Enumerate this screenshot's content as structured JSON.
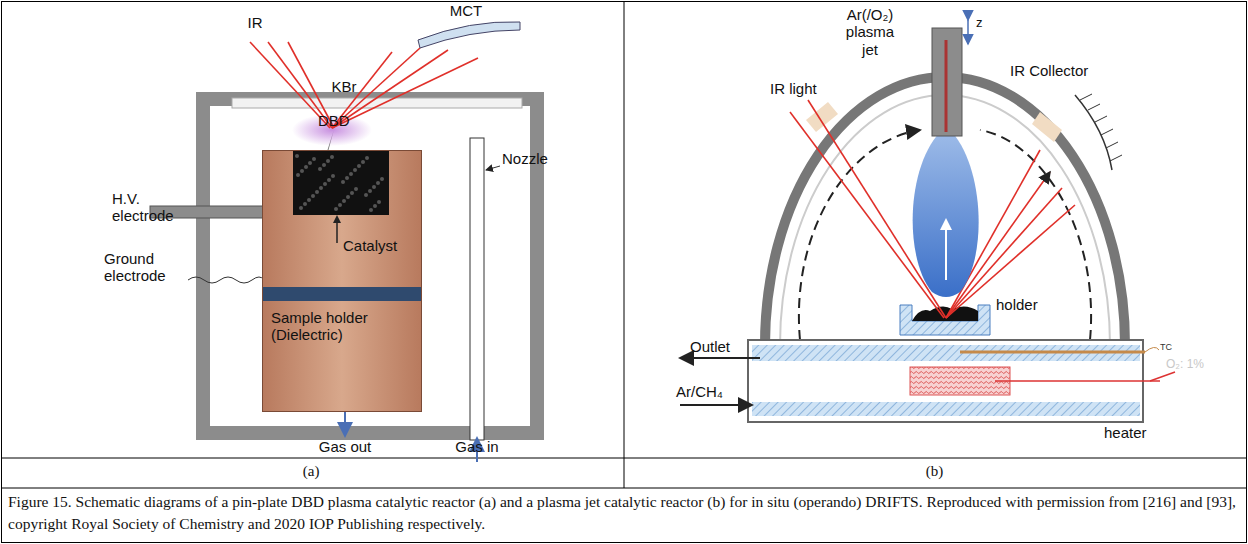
{
  "diagram": {
    "caption": "Figure 15. Schematic diagrams of a pin-plate DBD plasma catalytic reactor (a) and a plasma jet catalytic reactor (b) for in situ (operando) DRIFTS. Reproduced with permission from [216] and [93], copyright Royal Society of Chemistry and 2020 IOP Publishing respectively.",
    "nodes": [
      {
        "text": [
          "Catalyst",
          "Sample holder (Dielectric)"
        ]
      }
    ],
    "labels": [
      "IR",
      "MCT",
      "KBr",
      "DBD",
      "H.V. electrode",
      "Nozzle",
      "Ground electrode",
      "Gas out",
      "Gas in",
      "(a)",
      "Ar(/O₂) plasma jet",
      "z",
      "IR Collector",
      "IR light",
      "Outlet",
      "holder",
      "TC",
      "O₂: 1%",
      "Ar/CH₄",
      "heater",
      "(b)"
    ]
  }
}
